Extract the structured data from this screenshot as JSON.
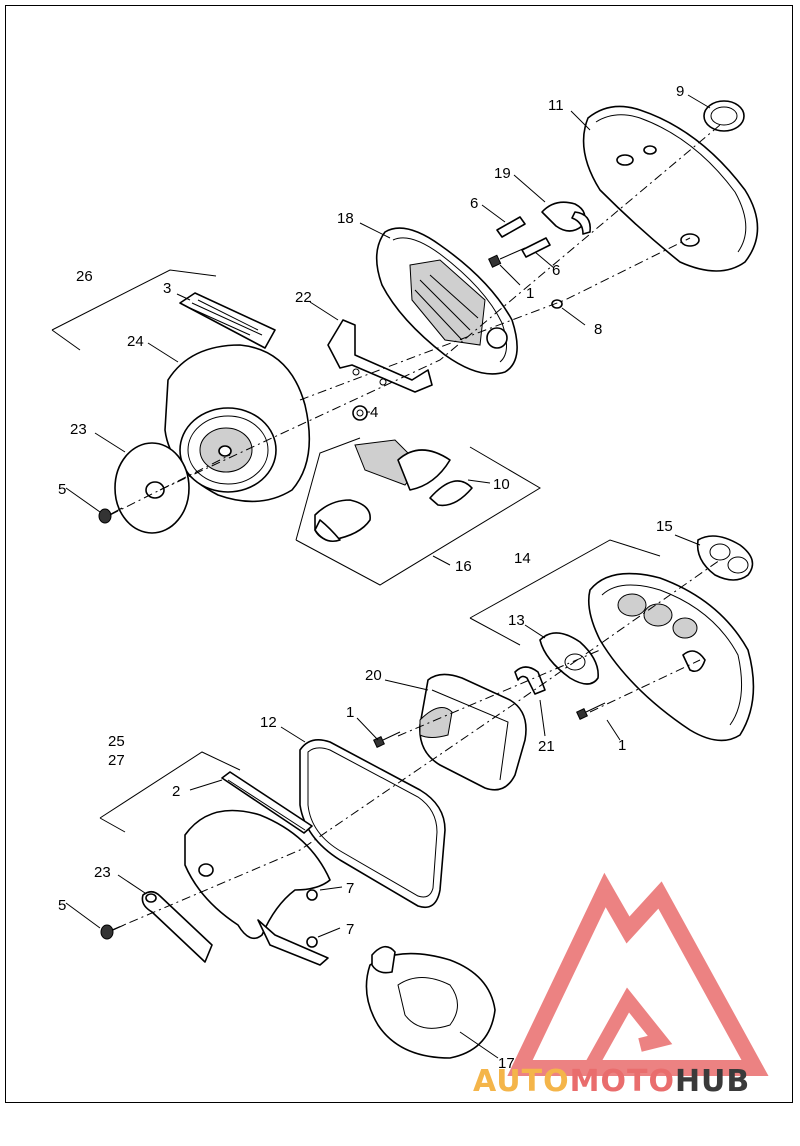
{
  "labels": {
    "l1a": "1",
    "l1b": "1",
    "l1c": "1",
    "l2": "2",
    "l3": "3",
    "l4": "4",
    "l5a": "5",
    "l5b": "5",
    "l6a": "6",
    "l6b": "6",
    "l7a": "7",
    "l7b": "7",
    "l8": "8",
    "l9": "9",
    "l10": "10",
    "l11": "11",
    "l12": "12",
    "l13": "13",
    "l14": "14",
    "l15": "15",
    "l16": "16",
    "l17": "17",
    "l18": "18",
    "l19": "19",
    "l20": "20",
    "l21": "21",
    "l22": "22",
    "l23a": "23",
    "l23b": "23",
    "l24": "24",
    "l25": "25",
    "l26": "26",
    "l27": "27"
  },
  "watermark": {
    "part1": "AUTO",
    "part2": "MOTO",
    "part3": "HUB",
    "logo_color": "#e96d6d",
    "accent_color": "#f4b54a",
    "dark_color": "#3a3a3a"
  }
}
